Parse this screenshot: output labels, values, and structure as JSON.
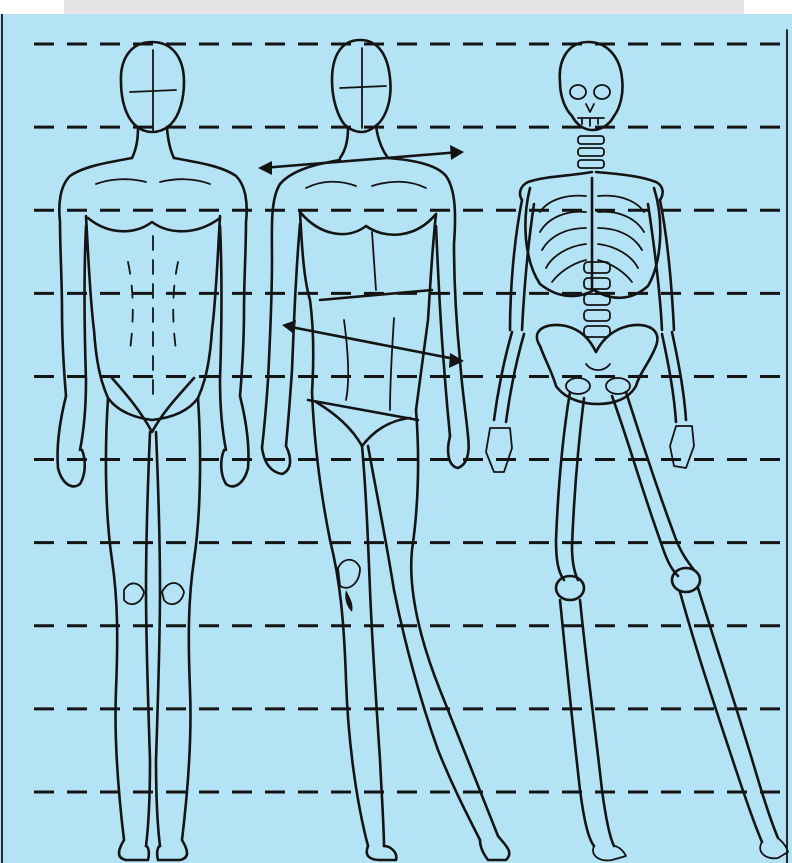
{
  "figure": {
    "proportion_guides": 10,
    "background_color": "#b4e3f6",
    "ink_color": "#141414",
    "top_strip_color": "#e4e4e4"
  },
  "figures": [
    {
      "name": "front-figure"
    },
    {
      "name": "angled-figure"
    },
    {
      "name": "skeleton"
    }
  ]
}
